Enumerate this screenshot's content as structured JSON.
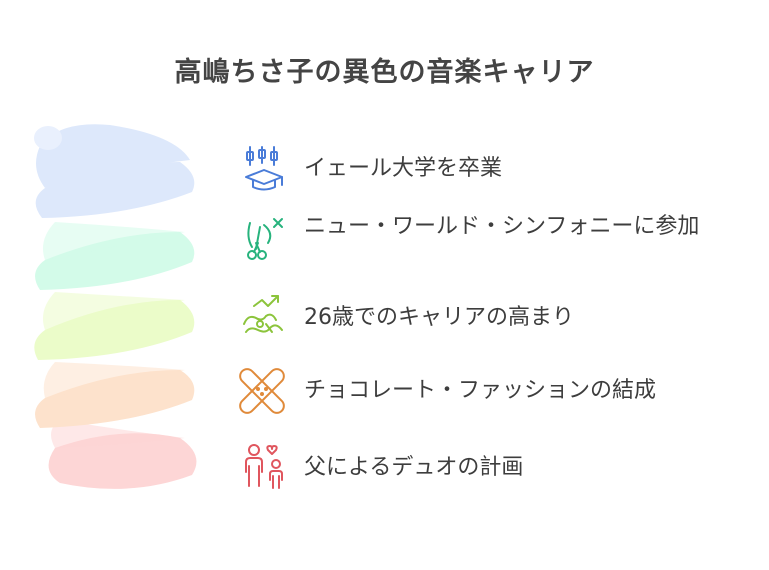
{
  "title": "高嶋ちさ子の異色の音楽キャリア",
  "colors": {
    "band_1": "#dde8fb",
    "band_2": "#d3fbe9",
    "band_3": "#ebfcc9",
    "band_4": "#fde2cc",
    "band_5": "#fdd6d6",
    "icon_1": "#4a7cd8",
    "icon_2": "#27b37d",
    "icon_3": "#8cc43c",
    "icon_4": "#e08a3a",
    "icon_5": "#e0565e"
  },
  "items": [
    {
      "label": "イェール大学を卒業",
      "icon": "graduation-cap-icon"
    },
    {
      "label": "ニュー・ワールド・シンフォニーに参加",
      "icon": "baton-scissors-icon"
    },
    {
      "label": "26歳でのキャリアの高まり",
      "icon": "growth-arrow-icon"
    },
    {
      "label": "チョコレート・ファッションの結成",
      "icon": "crossed-bandage-icon"
    },
    {
      "label": "父によるデュオの計画",
      "icon": "parent-child-icon"
    }
  ]
}
